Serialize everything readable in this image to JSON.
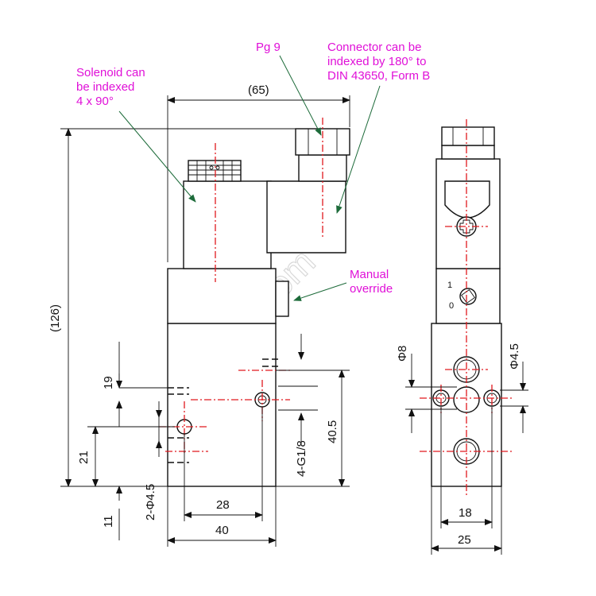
{
  "annotations": {
    "solenoid": [
      "Solenoid can",
      "be indexed",
      "4 x 90°"
    ],
    "pg": "Pg 9",
    "connector": [
      "Connector can be",
      "indexed by 180° to",
      "DIN 43650, Form B"
    ],
    "manual": [
      "Manual",
      "override"
    ]
  },
  "dimensions": {
    "width_top": "(65)",
    "height_total": "(126)",
    "d19": "19",
    "d21": "21",
    "d11": "11",
    "holes": "2-Φ4.5",
    "ports": "4-G1/8",
    "d405": "40.5",
    "d28": "28",
    "d40": "40",
    "phi8": "Φ8",
    "phi45": "Φ4.5",
    "d18": "18",
    "d25": "25"
  },
  "side_view": {
    "pos1": "1",
    "pos0": "0"
  },
  "watermark": "uyiqi.com",
  "colors": {
    "annotation": "#e010d8",
    "centerline": "#e0191e",
    "leader": "#1d6b3a"
  }
}
